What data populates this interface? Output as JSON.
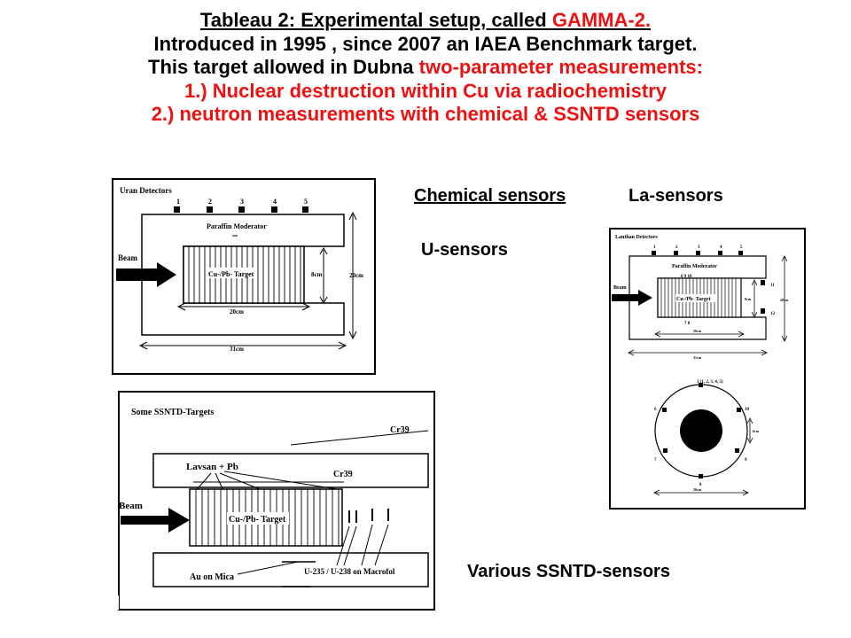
{
  "title": {
    "line1_prefix": "Tableau 2: Experimental setup, called ",
    "line1_highlight": "GAMMA-2.",
    "line2": "Introduced in 1995 , since 2007 an IAEA  Benchmark target.",
    "line3_prefix": "This target allowed in Dubna ",
    "line3_highlight": "two-parameter measurements:",
    "line4": "1.) Nuclear destruction within Cu via radiochemistry",
    "line5": "2.) neutron measurements with chemical &  SSNTD sensors"
  },
  "labels": {
    "chemical_sensors": "Chemical sensors",
    "la_sensors": "La-sensors",
    "u_sensors": "U-sensors",
    "various_ssntd": "Various  SSNTD-sensors"
  },
  "fig_uran": {
    "title": "Uran Detectors",
    "detector_numbers": [
      "1",
      "2",
      "3",
      "4",
      "5"
    ],
    "moderator": "Paraffin Moderator",
    "beam": "Beam",
    "target": "Cu-/Pb- Target",
    "dim_8cm": "8cm",
    "dim_20cm_v": "20cm",
    "dim_20cm_h": "20cm",
    "dim_31cm": "31cm"
  },
  "fig_ssntd": {
    "title": "Some SSNTD-Targets",
    "cr39_top": "Cr39",
    "lavsan": "Lavsan + Pb",
    "cr39_mid": "Cr39",
    "beam": "Beam",
    "target": "Cu-/Pb- Target",
    "au_mica": "Au on Mica",
    "u235": "U-235 / U-238 on Macrofol"
  },
  "fig_lanthan": {
    "title": "Lanthan Detectors",
    "detector_numbers": [
      "1",
      "2",
      "3",
      "4",
      "5"
    ],
    "moderator": "Paraffin Moderator",
    "inner_numbers": "6  9  10",
    "inner_numbers2": "7  8",
    "beam": "Beam",
    "target": "Cu-/Pb- Target",
    "side_11": "11",
    "side_12": "12",
    "dim_8cm": "8cm",
    "dim_20cm_v": "20cm",
    "dim_20cm_h": "20cm",
    "dim_31cm": "31cm",
    "circle_label": "3 (1, 2, 3, 4, 5)",
    "circle_6": "6",
    "circle_10": "10",
    "circle_7": "7",
    "circle_9": "9",
    "circle_8": "8",
    "circle_dim": "6cm",
    "circle_20cm": "20cm"
  }
}
